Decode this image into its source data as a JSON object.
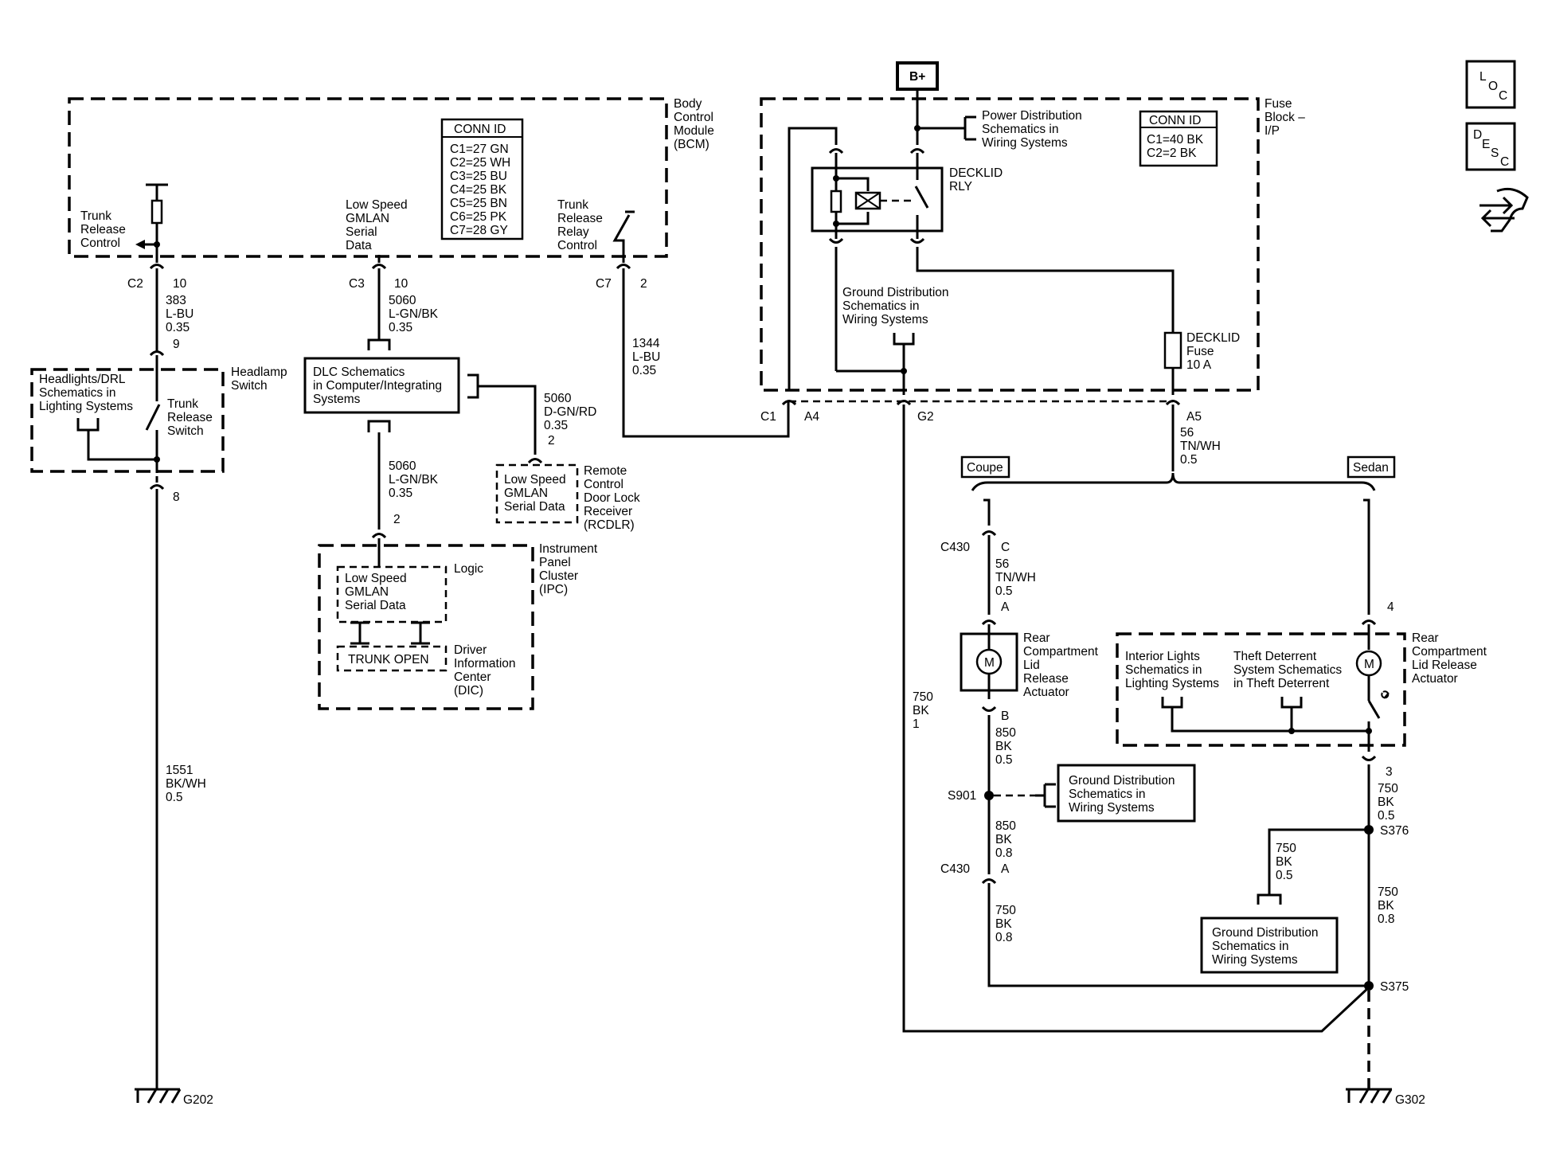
{
  "side_icons": {
    "loc": "LOC",
    "desc": "DESC",
    "connector_view": "connector-view-icon"
  },
  "bplus": "B+",
  "bcm": {
    "label": [
      "Body",
      "Control",
      "Module",
      "(BCM)"
    ],
    "conn_title": "CONN ID",
    "conn": [
      "C1=27 GN",
      "C2=25 WH",
      "C3=25 BU",
      "C4=25 BK",
      "C5=25 BN",
      "C6=25 PK",
      "C7=28 GY"
    ],
    "trunk_release_control": [
      "Trunk",
      "Release",
      "Control"
    ],
    "low_speed_gmlan": [
      "Low Speed",
      "GMLAN",
      "Serial",
      "Data"
    ],
    "trunk_release_relay": [
      "Trunk",
      "Release",
      "Relay",
      "Control"
    ]
  },
  "pins": {
    "c2": "C2",
    "c2_pin": "10",
    "c3": "C3",
    "c3_pin": "10",
    "c7": "C7",
    "c7_pin": "2",
    "hs_pin_top": "9",
    "hs_pin_bottom": "8",
    "rcdlr_pin": "2",
    "ipc_pin": "2"
  },
  "wires": {
    "w383": [
      "383",
      "L-BU",
      "0.35"
    ],
    "w5060a": [
      "5060",
      "L-GN/BK",
      "0.35"
    ],
    "w5060b": [
      "5060",
      "D-GN/RD",
      "0.35"
    ],
    "w5060c": [
      "5060",
      "L-GN/BK",
      "0.35"
    ],
    "w1344": [
      "1344",
      "L-BU",
      "0.35"
    ],
    "w1551": [
      "1551",
      "BK/WH",
      "0.5"
    ],
    "w56a": [
      "56",
      "TN/WH",
      "0.5"
    ],
    "w56b": [
      "56",
      "TN/WH",
      "0.5"
    ],
    "w750a": [
      "750",
      "BK",
      "1"
    ],
    "w850a": [
      "850",
      "BK",
      "0.5"
    ],
    "w850b": [
      "850",
      "BK",
      "0.8"
    ],
    "w750b": [
      "750",
      "BK",
      "0.8"
    ],
    "w750c": [
      "750",
      "BK",
      "0.5"
    ],
    "w750d": [
      "750",
      "BK",
      "0.5"
    ],
    "w750e": [
      "750",
      "BK",
      "0.8"
    ]
  },
  "headlamp": {
    "label": [
      "Headlamp",
      "Switch"
    ],
    "drl": [
      "Headlights/DRL",
      "Schematics in",
      "Lighting Systems"
    ],
    "trunk_switch": [
      "Trunk",
      "Release",
      "Switch"
    ]
  },
  "dlc": [
    "DLC Schematics",
    "in Computer/Integrating",
    "Systems"
  ],
  "rcdlr": {
    "inner": [
      "Low Speed",
      "GMLAN",
      "Serial Data"
    ],
    "label": [
      "Remote",
      "Control",
      "Door Lock",
      "Receiver",
      "(RCDLR)"
    ]
  },
  "ipc": {
    "label": [
      "Instrument",
      "Panel",
      "Cluster",
      "(IPC)"
    ],
    "logic": "Logic",
    "inner": [
      "Low Speed",
      "GMLAN",
      "Serial Data"
    ],
    "trunk_open": "TRUNK OPEN",
    "dic": [
      "Driver",
      "Information",
      "Center",
      "(DIC)"
    ]
  },
  "fuse_block": {
    "label": [
      "Fuse",
      "Block –",
      "I/P"
    ],
    "conn_title": "CONN ID",
    "conn": [
      "C1=40 BK",
      "C2=2 BK"
    ],
    "power_dist": [
      "Power Distribution",
      "Schematics in",
      "Wiring Systems"
    ],
    "relay": [
      "DECKLID",
      "RLY"
    ],
    "ground_dist": [
      "Ground Distribution",
      "Schematics in",
      "Wiring Systems"
    ],
    "fuse": [
      "DECKLID",
      "Fuse",
      "10 A"
    ],
    "c1": "C1",
    "a4": "A4",
    "g2": "G2",
    "a5": "A5"
  },
  "coupe": "Coupe",
  "sedan": "Sedan",
  "coupe_side": {
    "c430_top": "C430",
    "pin_c": "C",
    "pin_a": "A",
    "pin_b": "B",
    "actuator": [
      "Rear",
      "Compartment",
      "Lid",
      "Release",
      "Actuator"
    ],
    "s901": "S901",
    "ground_dist": [
      "Ground Distribution",
      "Schematics in",
      "Wiring Systems"
    ],
    "c430_bottom": "C430",
    "pin_a2": "A"
  },
  "sedan_side": {
    "pin_4": "4",
    "pin_3": "3",
    "interior": [
      "Interior Lights",
      "Schematics in",
      "Lighting Systems"
    ],
    "theft": [
      "Theft Deterrent",
      "System Schematics",
      "in Theft Deterrent"
    ],
    "actuator": [
      "Rear",
      "Compartment",
      "Lid Release",
      "Actuator"
    ],
    "s376": "S376",
    "s375": "S375",
    "ground_dist": [
      "Ground Distribution",
      "Schematics in",
      "Wiring Systems"
    ]
  },
  "motor": "M",
  "grounds": {
    "g202": "G202",
    "g302": "G302"
  }
}
